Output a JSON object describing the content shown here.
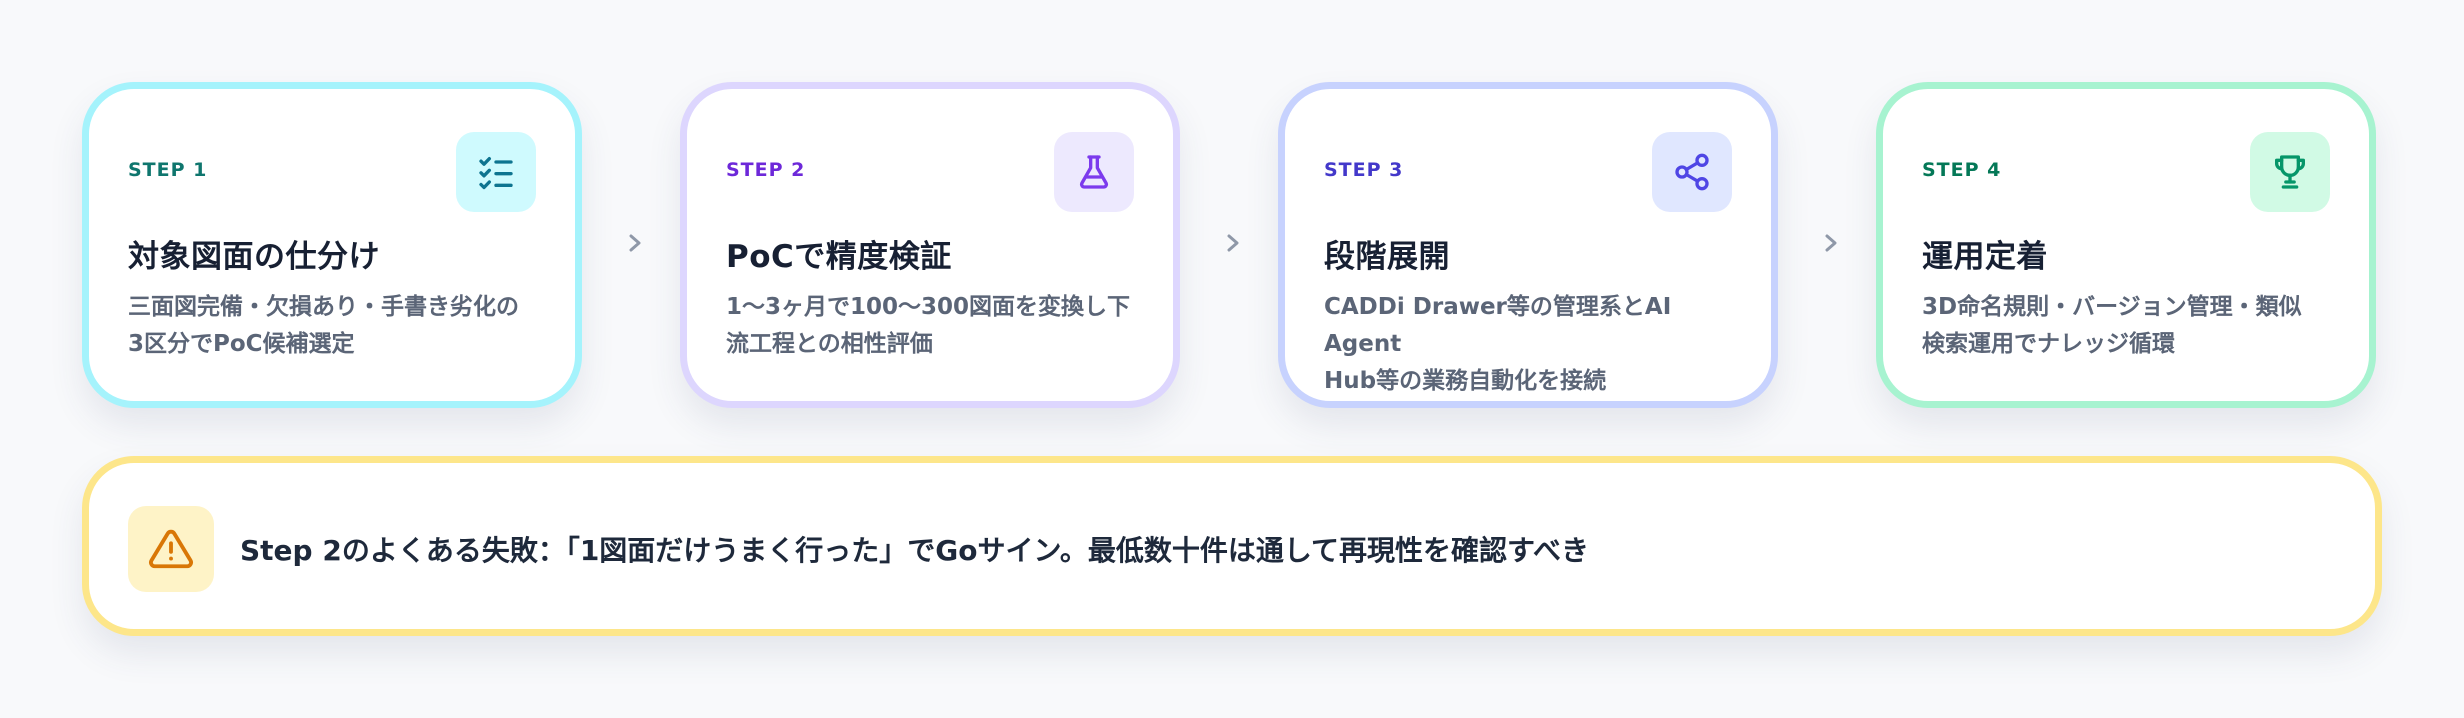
{
  "steps": [
    {
      "label": "STEP  1",
      "icon": "checklist-icon",
      "title": "対象図面の仕分け",
      "description": "三面図完備・欠損あり・手書き劣化の\n3区分でPoC候補選定",
      "border_color": "#a5f3fc",
      "label_color": "#0f766e",
      "icon_bg": "#cffafe",
      "icon_color": "#0e7490"
    },
    {
      "label": "STEP  2",
      "icon": "flask-icon",
      "title": "PoCで精度検証",
      "description": "1〜3ヶ月で100〜300図面を変換し下\n流工程との相性評価",
      "border_color": "#ddd6fe",
      "label_color": "#6d28d9",
      "icon_bg": "#ede9fe",
      "icon_color": "#7c3aed"
    },
    {
      "label": "STEP  3",
      "icon": "share-icon",
      "title": "段階展開",
      "description": "CADDi Drawer等の管理系とAI Agent\nHub等の業務自動化を接続",
      "border_color": "#c7d2fe",
      "label_color": "#4338ca",
      "icon_bg": "#e0e7ff",
      "icon_color": "#4f46e5"
    },
    {
      "label": "STEP  4",
      "icon": "trophy-icon",
      "title": "運用定着",
      "description": "3D命名規則・バージョン管理・類似\n検索運用でナレッジ循環",
      "border_color": "#a7f3d0",
      "label_color": "#047857",
      "icon_bg": "#d1fae5",
      "icon_color": "#059669"
    }
  ],
  "arrow_icon": "chevron-right-icon",
  "warning": {
    "icon": "warning-icon",
    "text": "Step 2のよくある失敗：「1図面だけうまく行った」でGoサイン。最低数十件は通して再現性を確認すべき",
    "border_color": "#fde68a",
    "icon_bg": "#fef3c7",
    "icon_color": "#d97706"
  }
}
